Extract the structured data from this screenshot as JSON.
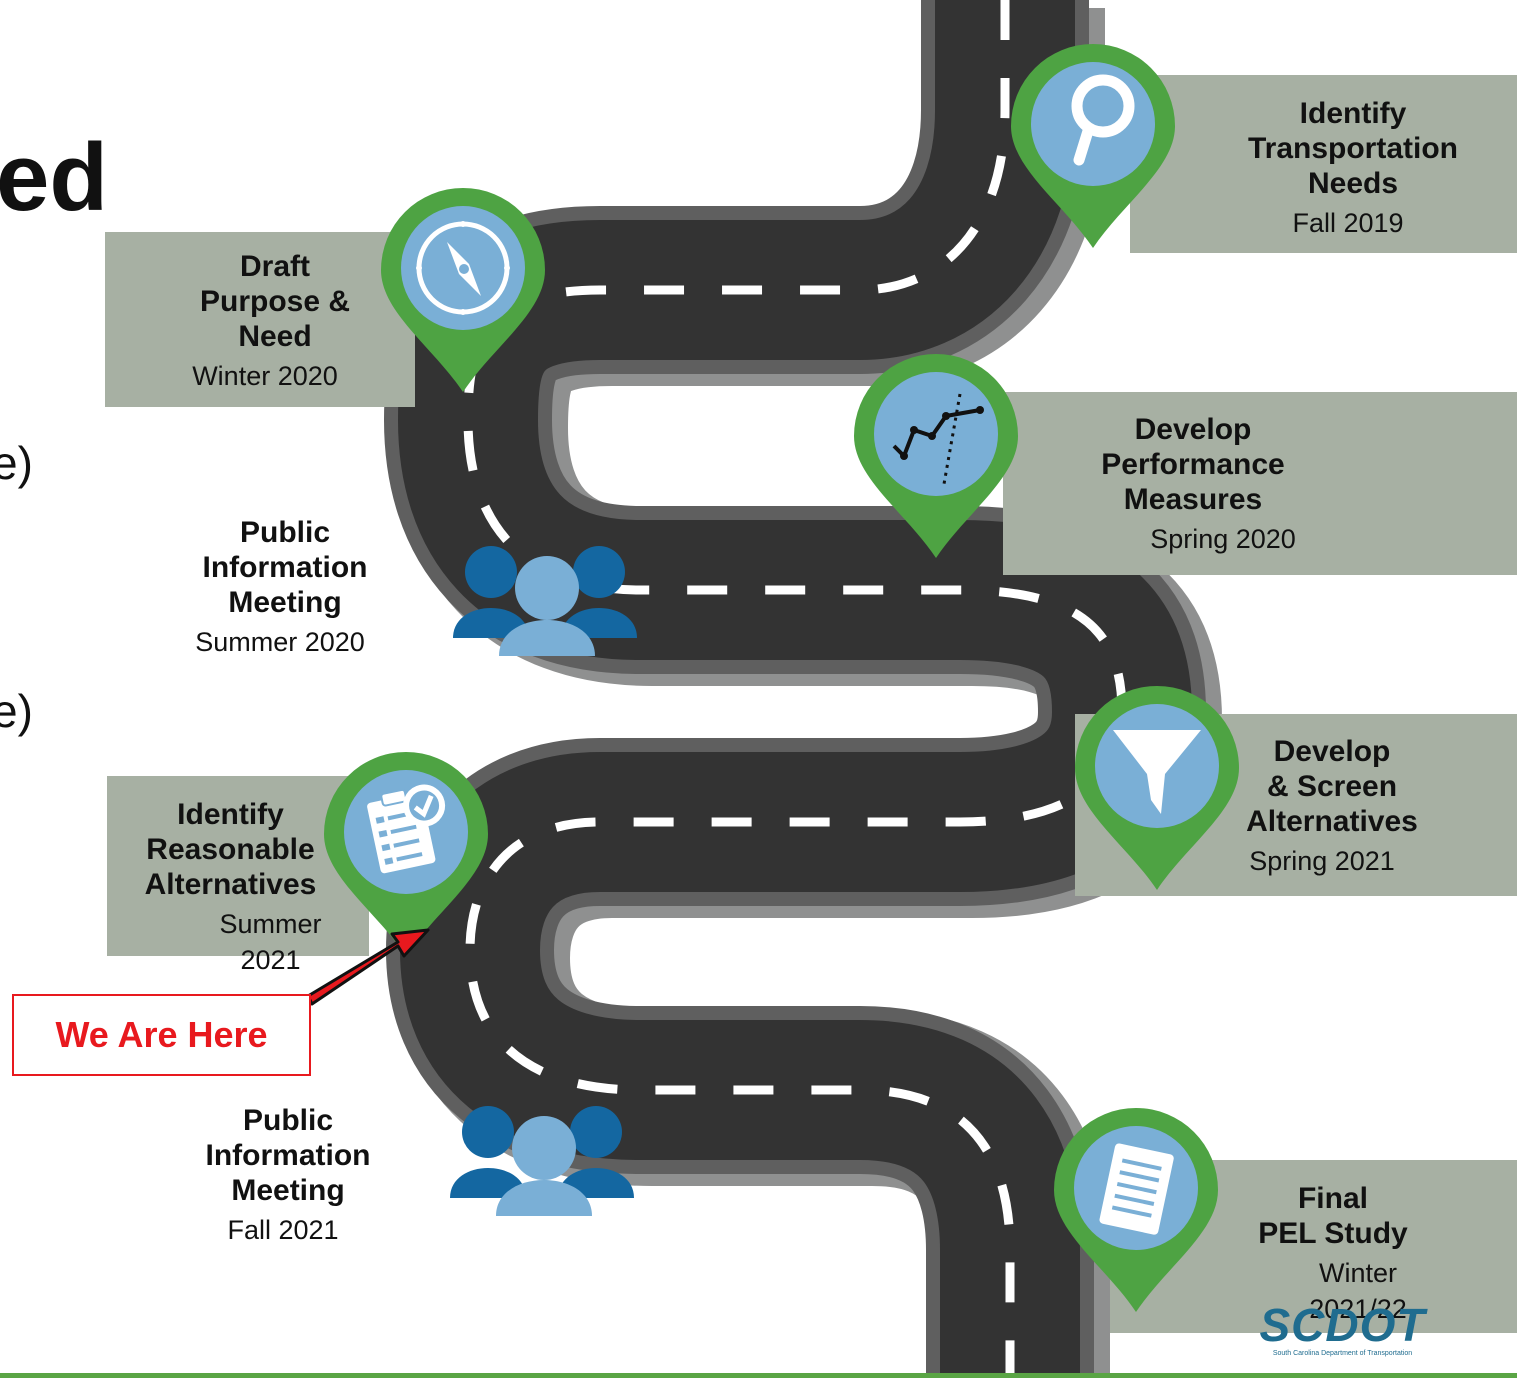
{
  "colors": {
    "road": "#333333",
    "road_edge": "#5f5f5f",
    "road_shadow": "#8f9090",
    "dash": "#ffffff",
    "pin": "#4ea343",
    "icon_circle": "#7aafd6",
    "panel": "#a7b0a3",
    "people_dark": "#1467a1",
    "people_light": "#7aafd6",
    "arrow": "#e8191e"
  },
  "heading_fragment": "ed",
  "bullet_fragments": [
    "e)",
    "e)"
  ],
  "milestones": [
    {
      "title": "Identify\nTransportation\nNeeds",
      "date": "Fall 2019",
      "icon": "magnifier-icon"
    },
    {
      "title": "Draft\nPurpose  &\nNeed",
      "date": "Winter 2020",
      "icon": "compass-icon"
    },
    {
      "title": "Develop\nPerformance\nMeasures",
      "date": "Spring 2020",
      "icon": "line-chart-icon"
    },
    {
      "title": "Public\nInformation\nMeeting",
      "date": "Summer 2020",
      "icon": "people-icon"
    },
    {
      "title": "Develop\n& Screen\nAlternatives",
      "date": "Spring 2021",
      "icon": "funnel-icon"
    },
    {
      "title": "Identify\nReasonable\nAlternatives",
      "date": "Summer 2021",
      "icon": "checklist-icon"
    },
    {
      "title": "Public\nInformation\nMeeting",
      "date": "Fall 2021",
      "icon": "people-icon"
    },
    {
      "title": "Final\nPEL  Study",
      "date": "Winter 2021/22",
      "icon": "document-icon"
    }
  ],
  "we_are_here": "We Are Here",
  "logo": {
    "word": "SCDOT",
    "subtitle": "South Carolina Department of Transportation"
  }
}
